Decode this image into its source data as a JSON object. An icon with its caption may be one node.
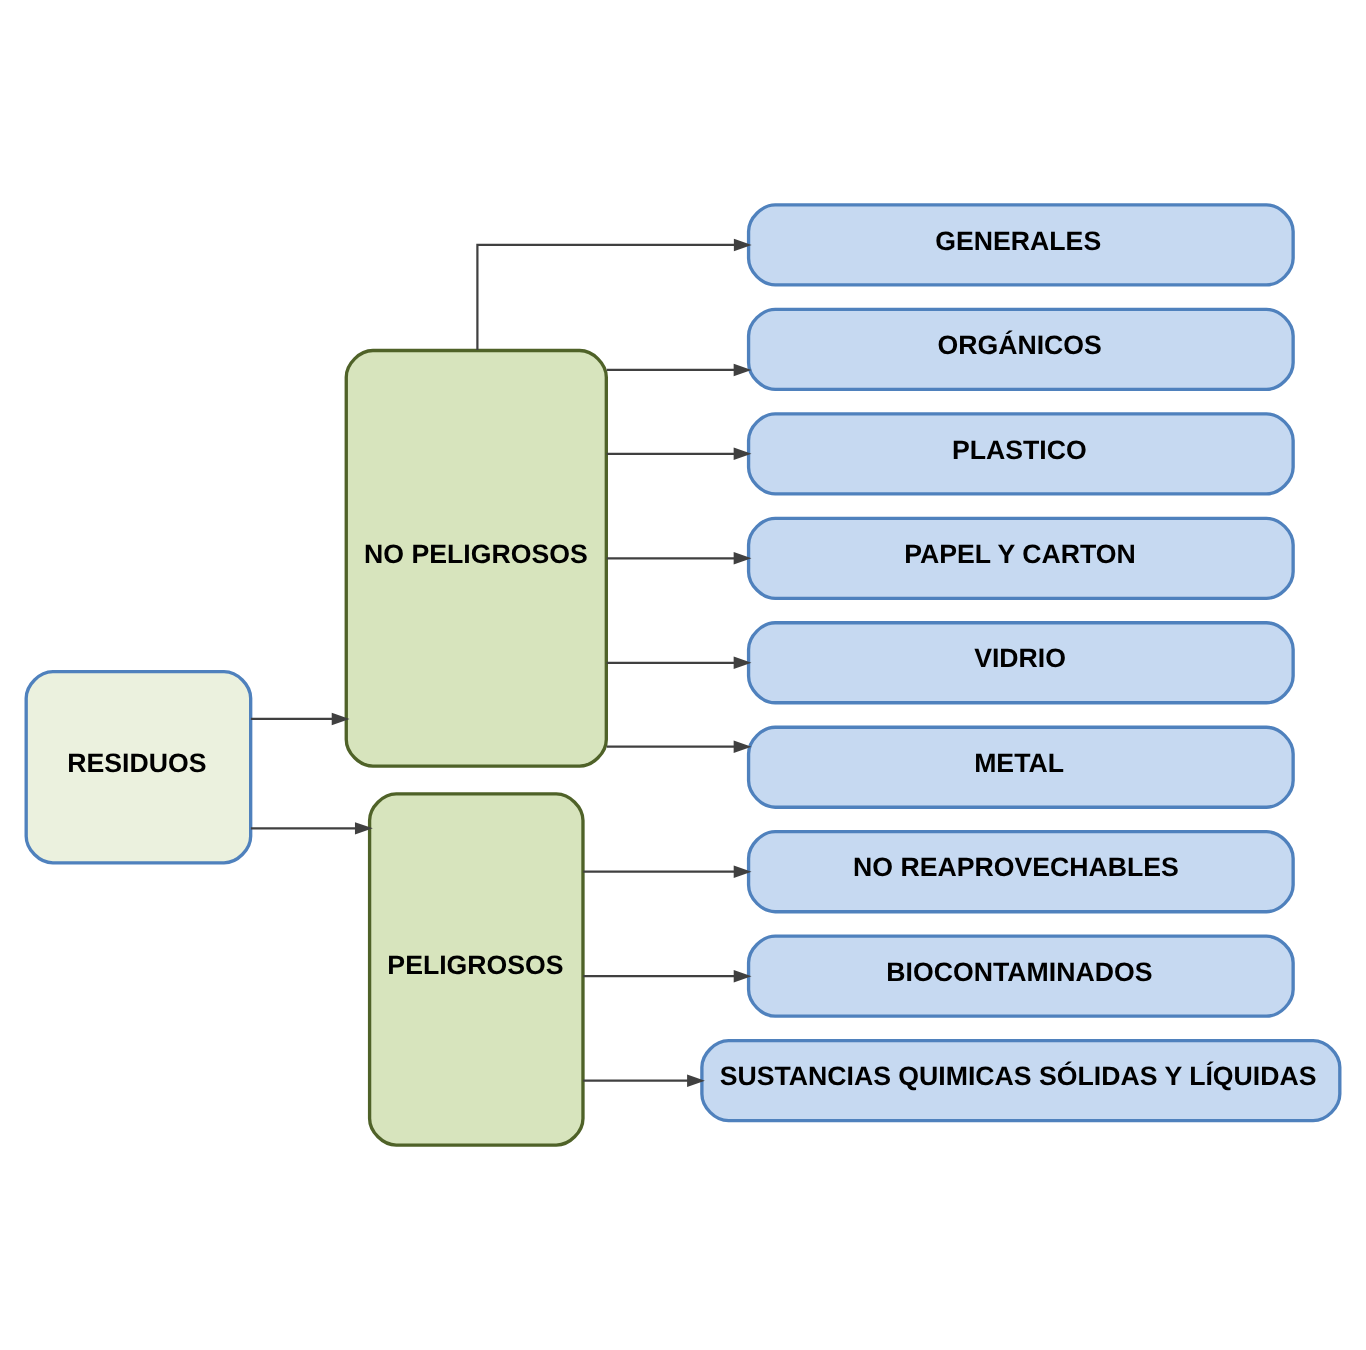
{
  "diagram": {
    "nodes": [
      {
        "text": [
          "RESIDUOS"
        ]
      },
      {
        "text": [
          "NO PELIGROSOS"
        ]
      },
      {
        "text": [
          "PELIGROSOS"
        ]
      },
      {
        "text": [
          "GENERALES"
        ]
      },
      {
        "text": [
          "ORGÁNICOS"
        ]
      },
      {
        "text": [
          "PLASTICO"
        ]
      },
      {
        "text": [
          "PAPEL Y CARTON"
        ]
      },
      {
        "text": [
          "VIDRIO"
        ]
      },
      {
        "text": [
          "METAL"
        ]
      },
      {
        "text": [
          "NO REAPROVECHABLES"
        ]
      },
      {
        "text": [
          "BIOCONTAMINADOS"
        ]
      },
      {
        "text": [
          "SUSTANCIAS QUIMICAS SÓLIDAS Y LÍQUIDAS"
        ]
      }
    ],
    "edges": [
      {
        "from": 0,
        "to": 1,
        "arrow": "to"
      },
      {
        "from": 0,
        "to": 2,
        "arrow": "to"
      },
      {
        "from": 1,
        "to": 3,
        "arrow": "to"
      },
      {
        "from": 1,
        "to": 4,
        "arrow": "to"
      },
      {
        "from": 1,
        "to": 5,
        "arrow": "to"
      },
      {
        "from": 1,
        "to": 6,
        "arrow": "to"
      },
      {
        "from": 1,
        "to": 7,
        "arrow": "to"
      },
      {
        "from": 1,
        "to": 8,
        "arrow": "to"
      },
      {
        "from": 2,
        "to": 9,
        "arrow": "to"
      },
      {
        "from": 2,
        "to": 10,
        "arrow": "to"
      },
      {
        "from": 2,
        "to": 11,
        "arrow": "to"
      }
    ]
  }
}
